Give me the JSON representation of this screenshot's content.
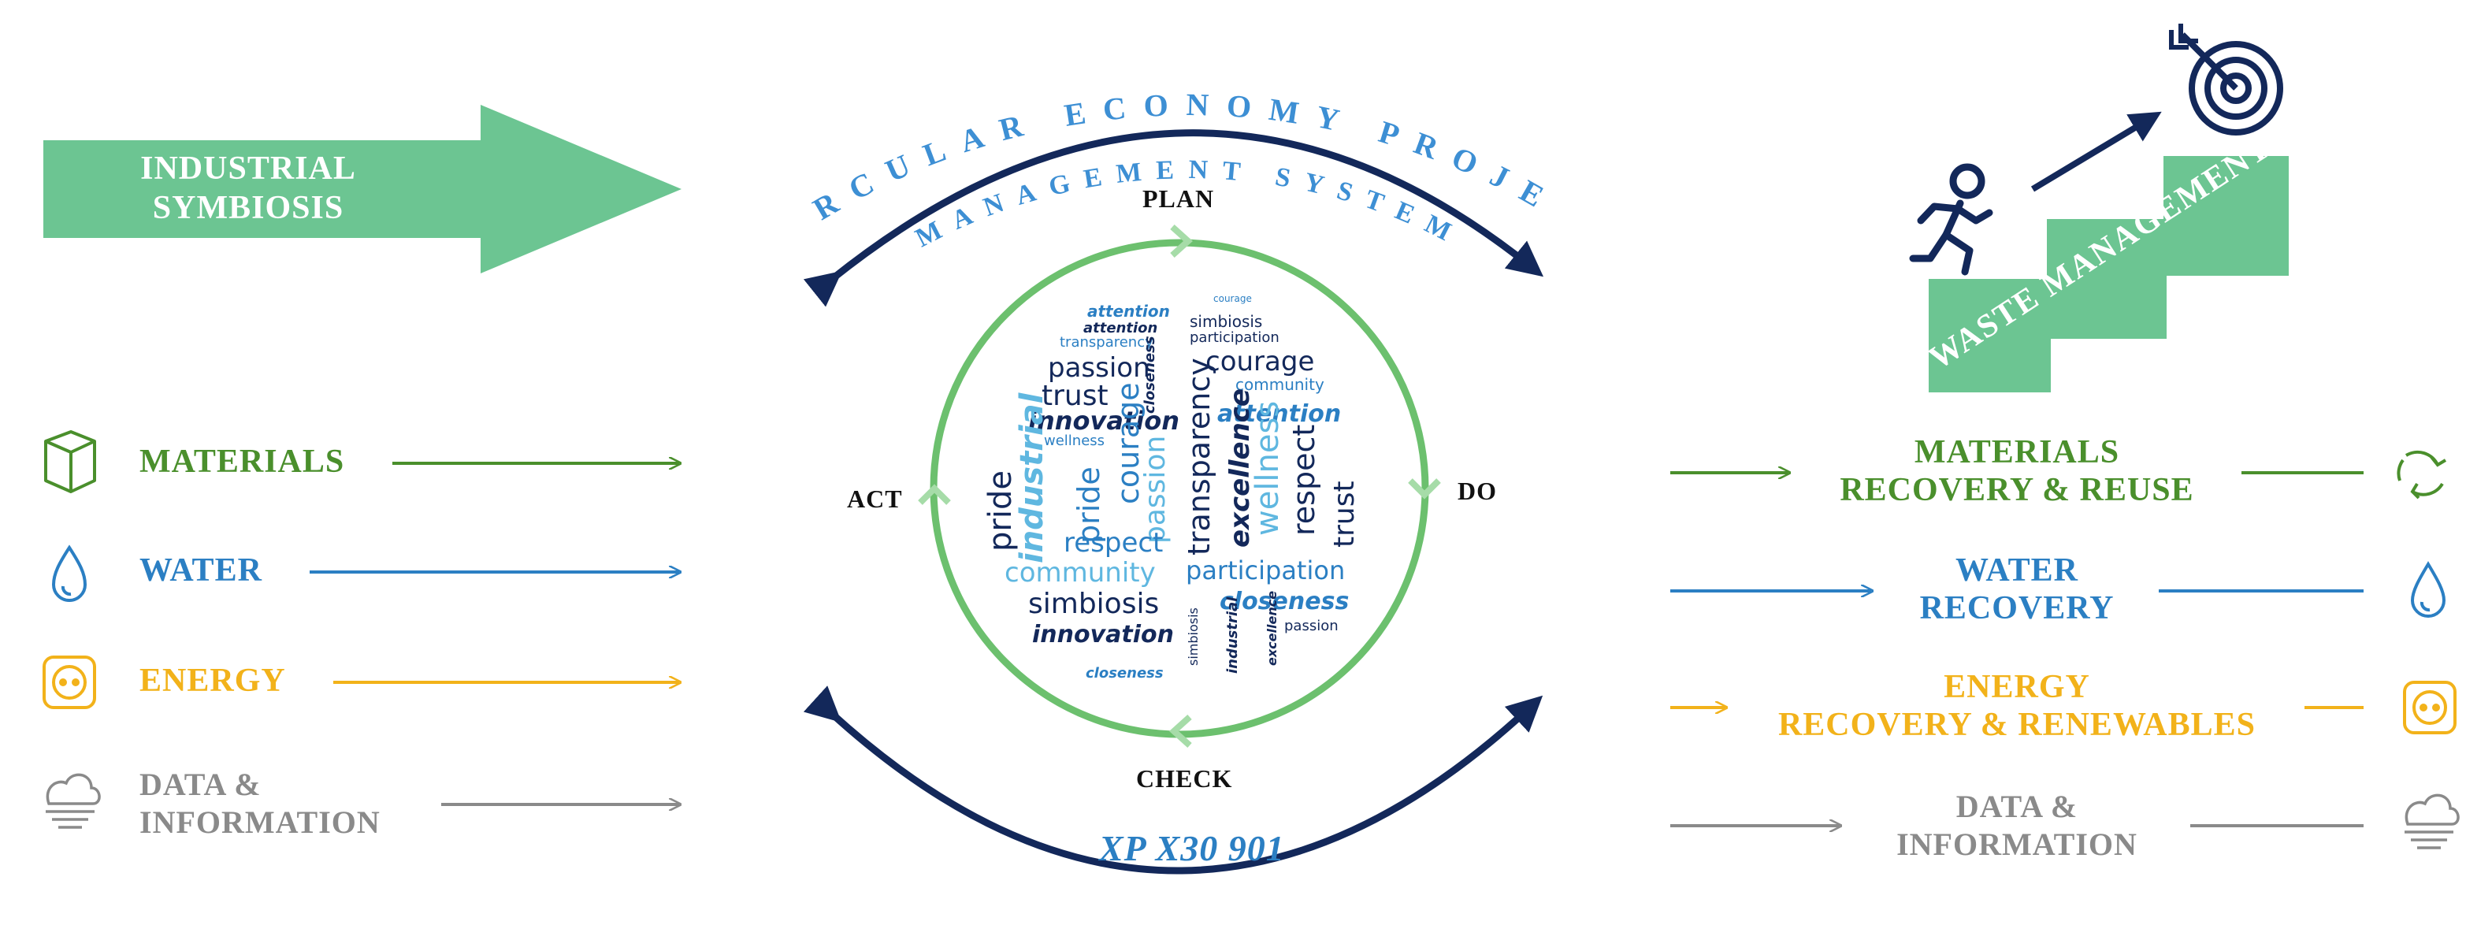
{
  "banner": {
    "line1": "INDUSTRIAL",
    "line2": "SYMBIOSIS"
  },
  "arc_title": {
    "top": "CIRCULAR ECONOMY PROJECT",
    "bottom": "MANAGEMENT SYSTEM"
  },
  "cycle": {
    "plan": "PLAN",
    "do": "DO",
    "check": "CHECK",
    "act": "ACT"
  },
  "standard": "XP X30 901",
  "stairs": {
    "label": "WASTE MANAGEMENT"
  },
  "inputs": [
    {
      "label1": "MATERIALS",
      "label2": "",
      "icon": "box-icon",
      "color": "#4a8f2c"
    },
    {
      "label1": "WATER",
      "label2": "",
      "icon": "water-drop-icon",
      "color": "#2b7fc3"
    },
    {
      "label1": "ENERGY",
      "label2": "",
      "icon": "power-socket-icon",
      "color": "#f2b21a"
    },
    {
      "label1": "DATA &",
      "label2": "INFORMATION",
      "icon": "cloud-data-icon",
      "color": "#8a8a8a"
    }
  ],
  "outputs": [
    {
      "label1": "MATERIALS",
      "label2": "RECOVERY & REUSE",
      "icon": "recycle-icon",
      "color": "#4a8f2c"
    },
    {
      "label1": "WATER",
      "label2": "RECOVERY",
      "icon": "water-drop-icon",
      "color": "#2b7fc3"
    },
    {
      "label1": "ENERGY",
      "label2": "RECOVERY & RENEWABLES",
      "icon": "power-socket-icon",
      "color": "#f2b21a"
    },
    {
      "label1": "DATA &",
      "label2": "INFORMATION",
      "icon": "cloud-data-icon",
      "color": "#8a8a8a"
    }
  ],
  "word_cloud_left": [
    "attention",
    "attention",
    "transparency",
    "passion",
    "trust",
    "closeness",
    "innovation",
    "wellness",
    "courage",
    "pride",
    "industrial",
    "pride",
    "passion",
    "respect",
    "community",
    "simbiosis",
    "innovation",
    "closeness"
  ],
  "word_cloud_right": [
    "courage",
    "simbiosis",
    "participation",
    "courage",
    "community",
    "attention",
    "transparency",
    "wellness",
    "excellence",
    "respect",
    "trust",
    "participation",
    "closeness",
    "simbiosis",
    "industrial",
    "excellence",
    "passion"
  ],
  "colors": {
    "banner": "#6cc592",
    "navy": "#13285a",
    "cycle": "#6cc06e",
    "arc_text": "#3d8fd4"
  }
}
